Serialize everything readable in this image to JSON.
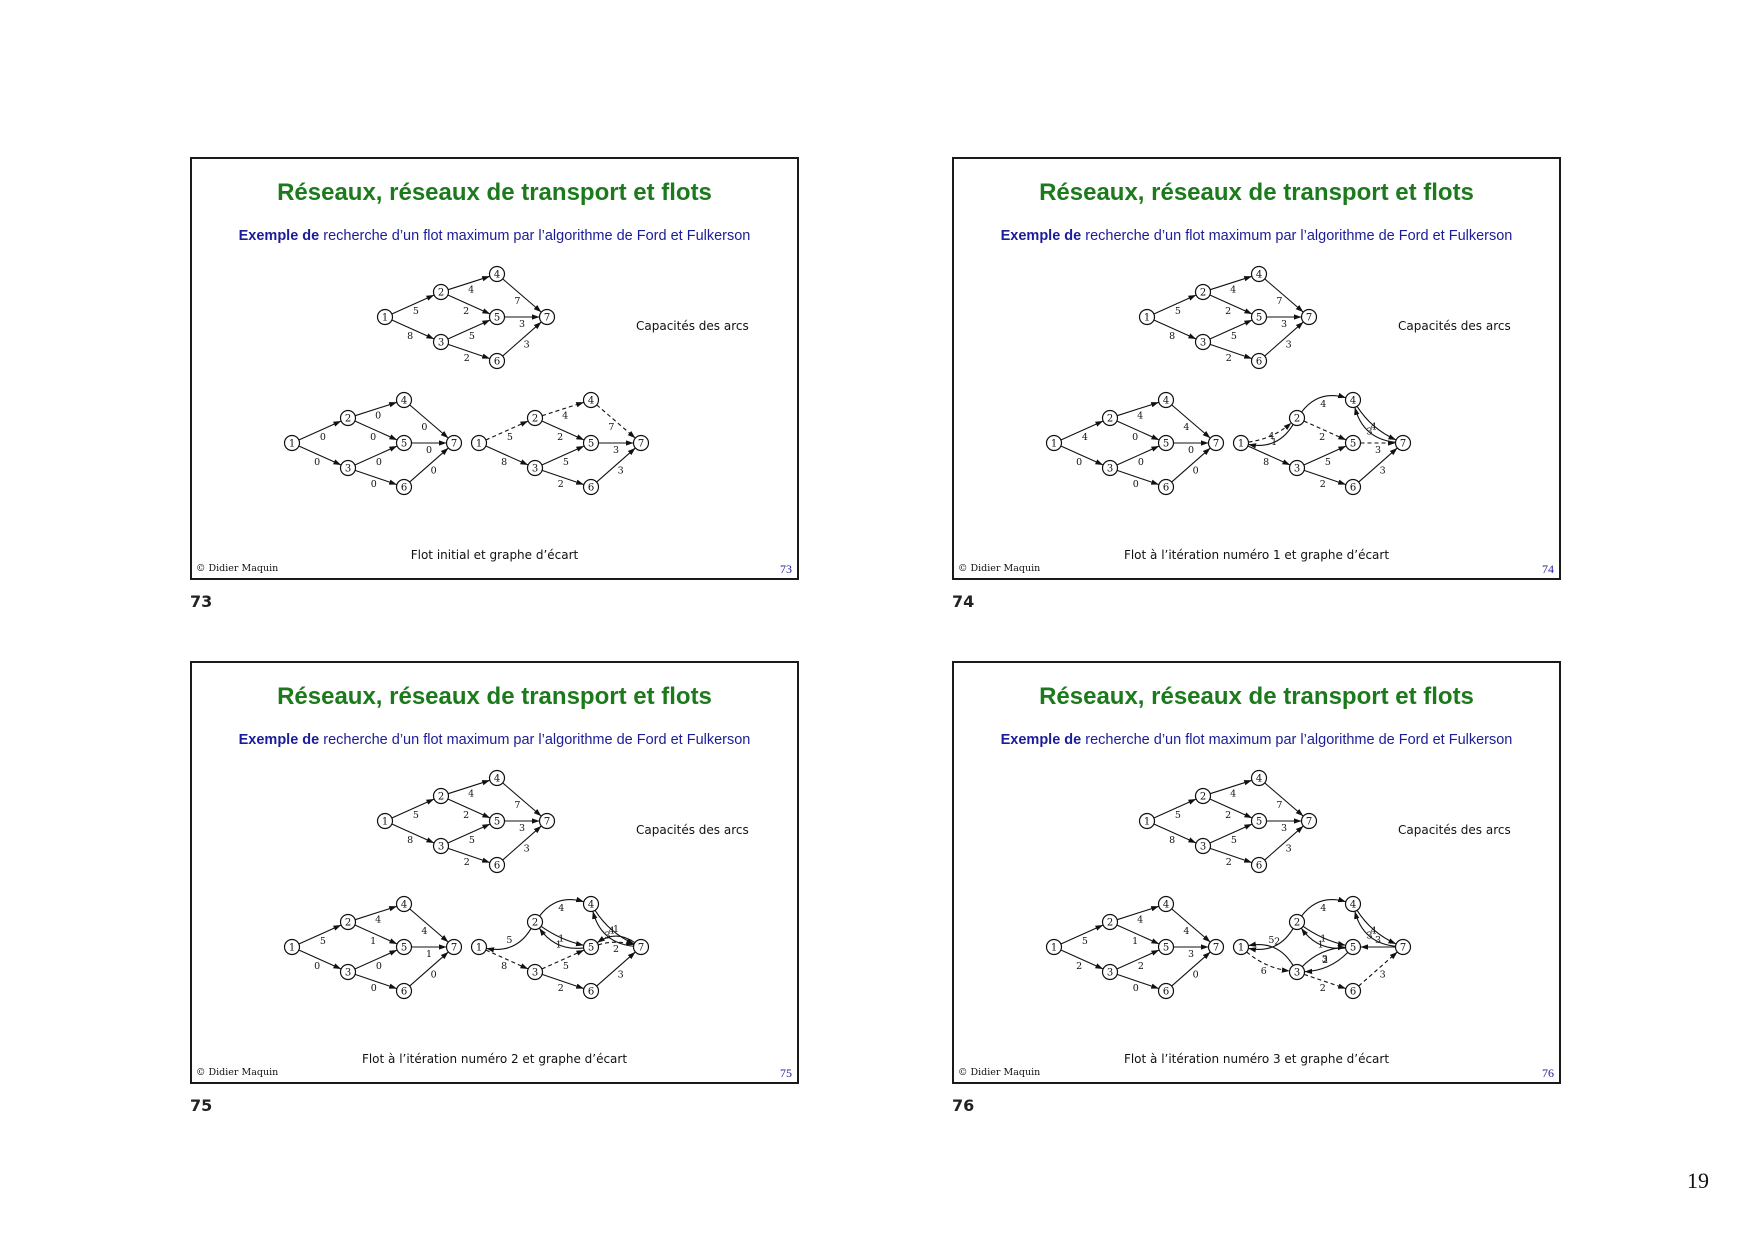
{
  "page_number": "19",
  "common": {
    "title": "Réseaux, réseaux de transport et flots",
    "subtitle_emph": "Exemple de",
    "subtitle_rest": " recherche d’un flot maximum par l’algorithme de Ford et Fulkerson",
    "capacities_label": "Capacités des arcs",
    "copyright": "© Didier Maquin"
  },
  "capacity_graph": {
    "edges": [
      {
        "from": "1",
        "to": "2",
        "label": "5"
      },
      {
        "from": "1",
        "to": "3",
        "label": "8"
      },
      {
        "from": "2",
        "to": "4",
        "label": "4"
      },
      {
        "from": "2",
        "to": "5",
        "label": "2"
      },
      {
        "from": "3",
        "to": "5",
        "label": "5"
      },
      {
        "from": "3",
        "to": "6",
        "label": "2"
      },
      {
        "from": "4",
        "to": "7",
        "label": "7"
      },
      {
        "from": "5",
        "to": "7",
        "label": "3"
      },
      {
        "from": "6",
        "to": "7",
        "label": "3"
      }
    ]
  },
  "slides": [
    {
      "number": "73",
      "thumb_label": "73",
      "caption": "Flot initial et graphe d’écart",
      "flow": {
        "edges": [
          {
            "from": "1",
            "to": "2",
            "label": "0"
          },
          {
            "from": "1",
            "to": "3",
            "label": "0"
          },
          {
            "from": "2",
            "to": "4",
            "label": "0"
          },
          {
            "from": "2",
            "to": "5",
            "label": "0"
          },
          {
            "from": "3",
            "to": "5",
            "label": "0"
          },
          {
            "from": "3",
            "to": "6",
            "label": "0"
          },
          {
            "from": "4",
            "to": "7",
            "label": "0"
          },
          {
            "from": "5",
            "to": "7",
            "label": "0"
          },
          {
            "from": "6",
            "to": "7",
            "label": "0"
          }
        ]
      },
      "residual": {
        "edges": [
          {
            "from": "1",
            "to": "2",
            "label": "5",
            "dash": true
          },
          {
            "from": "1",
            "to": "3",
            "label": "8"
          },
          {
            "from": "2",
            "to": "4",
            "label": "4",
            "dash": true
          },
          {
            "from": "2",
            "to": "5",
            "label": "2"
          },
          {
            "from": "3",
            "to": "5",
            "label": "5"
          },
          {
            "from": "3",
            "to": "6",
            "label": "2"
          },
          {
            "from": "4",
            "to": "7",
            "label": "7",
            "dash": true
          },
          {
            "from": "5",
            "to": "7",
            "label": "3"
          },
          {
            "from": "6",
            "to": "7",
            "label": "3"
          }
        ]
      }
    },
    {
      "number": "74",
      "thumb_label": "74",
      "caption": "Flot à l’itération numéro 1 et graphe d’écart",
      "flow": {
        "edges": [
          {
            "from": "1",
            "to": "2",
            "label": "4"
          },
          {
            "from": "1",
            "to": "3",
            "label": "0"
          },
          {
            "from": "2",
            "to": "4",
            "label": "4"
          },
          {
            "from": "2",
            "to": "5",
            "label": "0"
          },
          {
            "from": "3",
            "to": "5",
            "label": "0"
          },
          {
            "from": "3",
            "to": "6",
            "label": "0"
          },
          {
            "from": "4",
            "to": "7",
            "label": "4"
          },
          {
            "from": "5",
            "to": "7",
            "label": "0"
          },
          {
            "from": "6",
            "to": "7",
            "label": "0"
          }
        ]
      },
      "residual": {
        "edges": [
          {
            "from": "2",
            "to": "1",
            "label": "4",
            "bend": -0.35
          },
          {
            "from": "1",
            "to": "2",
            "label": "1",
            "dash": true,
            "bend": 0.15
          },
          {
            "from": "1",
            "to": "3",
            "label": "8"
          },
          {
            "from": "2",
            "to": "4",
            "label": "4",
            "bend": -0.35
          },
          {
            "from": "2",
            "to": "5",
            "label": "2",
            "dash": true
          },
          {
            "from": "3",
            "to": "5",
            "label": "5"
          },
          {
            "from": "3",
            "to": "6",
            "label": "2"
          },
          {
            "from": "7",
            "to": "4",
            "label": "4",
            "bend": -0.35
          },
          {
            "from": "4",
            "to": "7",
            "label": "3",
            "bend": 0.15
          },
          {
            "from": "5",
            "to": "7",
            "label": "3",
            "dash": true
          },
          {
            "from": "6",
            "to": "7",
            "label": "3"
          }
        ]
      }
    },
    {
      "number": "75",
      "thumb_label": "75",
      "caption": "Flot à l’itération numéro 2 et graphe d’écart",
      "flow": {
        "edges": [
          {
            "from": "1",
            "to": "2",
            "label": "5"
          },
          {
            "from": "1",
            "to": "3",
            "label": "0"
          },
          {
            "from": "2",
            "to": "4",
            "label": "4"
          },
          {
            "from": "2",
            "to": "5",
            "label": "1"
          },
          {
            "from": "3",
            "to": "5",
            "label": "0"
          },
          {
            "from": "3",
            "to": "6",
            "label": "0"
          },
          {
            "from": "4",
            "to": "7",
            "label": "4"
          },
          {
            "from": "5",
            "to": "7",
            "label": "1"
          },
          {
            "from": "6",
            "to": "7",
            "label": "0"
          }
        ]
      },
      "residual": {
        "edges": [
          {
            "from": "2",
            "to": "1",
            "label": "5",
            "bend": -0.35
          },
          {
            "from": "1",
            "to": "3",
            "label": "8",
            "dash": true
          },
          {
            "from": "2",
            "to": "4",
            "label": "4",
            "bend": -0.35
          },
          {
            "from": "5",
            "to": "2",
            "label": "1",
            "bend": -0.3
          },
          {
            "from": "2",
            "to": "5",
            "label": "1",
            "bend": 0.1
          },
          {
            "from": "3",
            "to": "5",
            "label": "5",
            "dash": true
          },
          {
            "from": "3",
            "to": "6",
            "label": "2"
          },
          {
            "from": "7",
            "to": "4",
            "label": "4",
            "bend": -0.35
          },
          {
            "from": "4",
            "to": "7",
            "label": "3",
            "bend": 0.15
          },
          {
            "from": "7",
            "to": "5",
            "label": "1",
            "bend": 0.35
          },
          {
            "from": "5",
            "to": "7",
            "label": "2",
            "dash": true,
            "bend": -0.15
          },
          {
            "from": "6",
            "to": "7",
            "label": "3"
          }
        ]
      }
    },
    {
      "number": "76",
      "thumb_label": "76",
      "caption": "Flot à l’itération numéro 3 et graphe d’écart",
      "flow": {
        "edges": [
          {
            "from": "1",
            "to": "2",
            "label": "5"
          },
          {
            "from": "1",
            "to": "3",
            "label": "2"
          },
          {
            "from": "2",
            "to": "4",
            "label": "4"
          },
          {
            "from": "2",
            "to": "5",
            "label": "1"
          },
          {
            "from": "3",
            "to": "5",
            "label": "2"
          },
          {
            "from": "3",
            "to": "6",
            "label": "0"
          },
          {
            "from": "4",
            "to": "7",
            "label": "4"
          },
          {
            "from": "5",
            "to": "7",
            "label": "3"
          },
          {
            "from": "6",
            "to": "7",
            "label": "0"
          }
        ]
      },
      "residual": {
        "edges": [
          {
            "from": "2",
            "to": "1",
            "label": "5",
            "bend": -0.35
          },
          {
            "from": "1",
            "to": "3",
            "label": "6",
            "dash": true,
            "bend": 0.15
          },
          {
            "from": "3",
            "to": "1",
            "label": "2",
            "bend": 0.35
          },
          {
            "from": "2",
            "to": "4",
            "label": "4",
            "bend": -0.35
          },
          {
            "from": "5",
            "to": "2",
            "label": "1",
            "bend": -0.3
          },
          {
            "from": "2",
            "to": "5",
            "label": "1",
            "bend": 0.1
          },
          {
            "from": "3",
            "to": "5",
            "label": "3",
            "bend": -0.2
          },
          {
            "from": "5",
            "to": "3",
            "label": "2",
            "bend": -0.2
          },
          {
            "from": "3",
            "to": "6",
            "label": "2",
            "dash": true
          },
          {
            "from": "7",
            "to": "4",
            "label": "4",
            "bend": -0.35
          },
          {
            "from": "4",
            "to": "7",
            "label": "3",
            "bend": 0.15
          },
          {
            "from": "7",
            "to": "5",
            "label": "3"
          },
          {
            "from": "6",
            "to": "7",
            "label": "3",
            "dash": true
          }
        ]
      }
    }
  ]
}
